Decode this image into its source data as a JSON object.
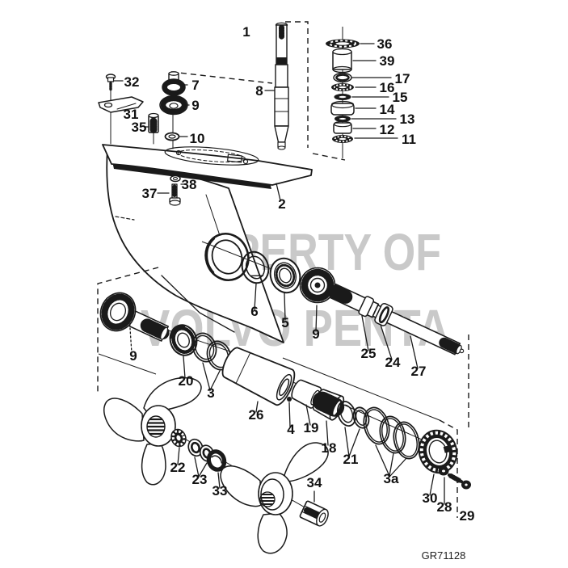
{
  "diagram": {
    "type": "exploded-parts-diagram",
    "subject": "marine lower gear unit exploded view",
    "watermark": {
      "line1": "PROPERTY OF",
      "line2": "VOLVO PENTA"
    },
    "drawing_number": "GR71128",
    "callouts": {
      "c1": "1",
      "c2": "2",
      "c3": "3",
      "c3a": "3a",
      "c4": "4",
      "c5": "5",
      "c6": "6",
      "c7": "7",
      "c8": "8",
      "c9_top": "9",
      "c9_mid": "9",
      "c9_low": "9",
      "c10": "10",
      "c11": "11",
      "c12": "12",
      "c13": "13",
      "c14": "14",
      "c15": "15",
      "c16": "16",
      "c17": "17",
      "c18": "18",
      "c19": "19",
      "c20": "20",
      "c21": "21",
      "c22": "22",
      "c23": "23",
      "c24": "24",
      "c25": "25",
      "c26": "26",
      "c27": "27",
      "c28": "28",
      "c29": "29",
      "c30": "30",
      "c31": "31",
      "c32": "32",
      "c33": "33",
      "c34": "34",
      "c35": "35",
      "c36": "36",
      "c37": "37",
      "c38": "38",
      "c39": "39"
    }
  }
}
